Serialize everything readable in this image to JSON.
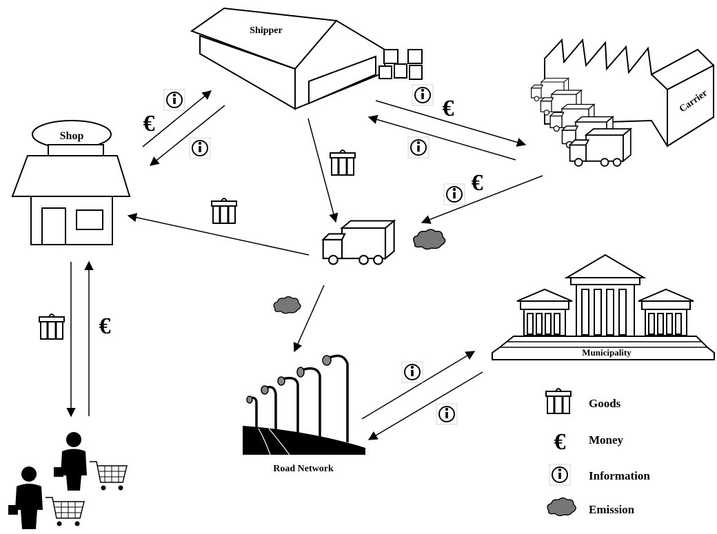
{
  "nodes": {
    "shipper": "Shipper",
    "carrier": "Carrier",
    "shop": "Shop",
    "municipality": "Municipality",
    "road_network": "Road Network"
  },
  "legend": [
    {
      "icon": "goods-icon",
      "label": "Goods"
    },
    {
      "icon": "money-icon",
      "label": "Money"
    },
    {
      "icon": "information-icon",
      "label": "Information"
    },
    {
      "icon": "emission-icon",
      "label": "Emission"
    }
  ],
  "symbols": {
    "money": "€",
    "information": "i"
  }
}
